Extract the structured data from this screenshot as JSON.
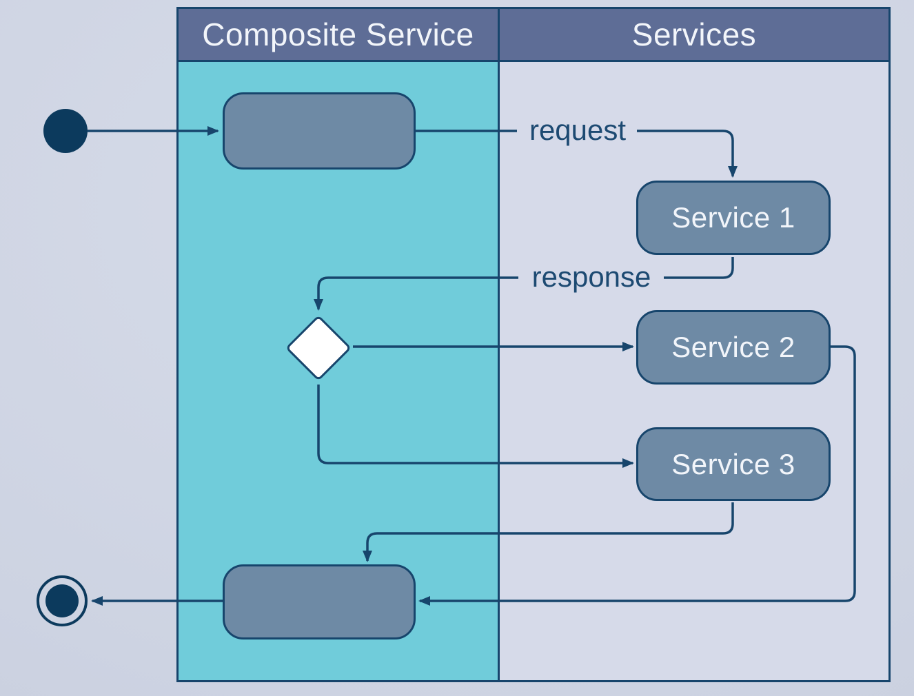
{
  "diagram": {
    "lanes": {
      "composite": {
        "label": "Composite Service"
      },
      "services": {
        "label": "Services"
      }
    },
    "nodes": {
      "receive_action": {
        "label": ""
      },
      "service1": {
        "label": "Service 1"
      },
      "service2": {
        "label": "Service 2"
      },
      "service3": {
        "label": "Service 3"
      },
      "reply_action": {
        "label": ""
      }
    },
    "labels": {
      "request": "request",
      "response": "response"
    },
    "colors": {
      "background": "#cdd3e2",
      "lane_header": "#5e6d96",
      "lane_composite": "#70ccda",
      "lane_services": "#d6dae9",
      "node_fill": "#6e8aa5",
      "node_dark": "#0c3a5d",
      "line": "#17456c",
      "diamond_fill": "#ffffff",
      "text_light": "#f2f5fa",
      "text_dark": "#1d4a72"
    }
  }
}
